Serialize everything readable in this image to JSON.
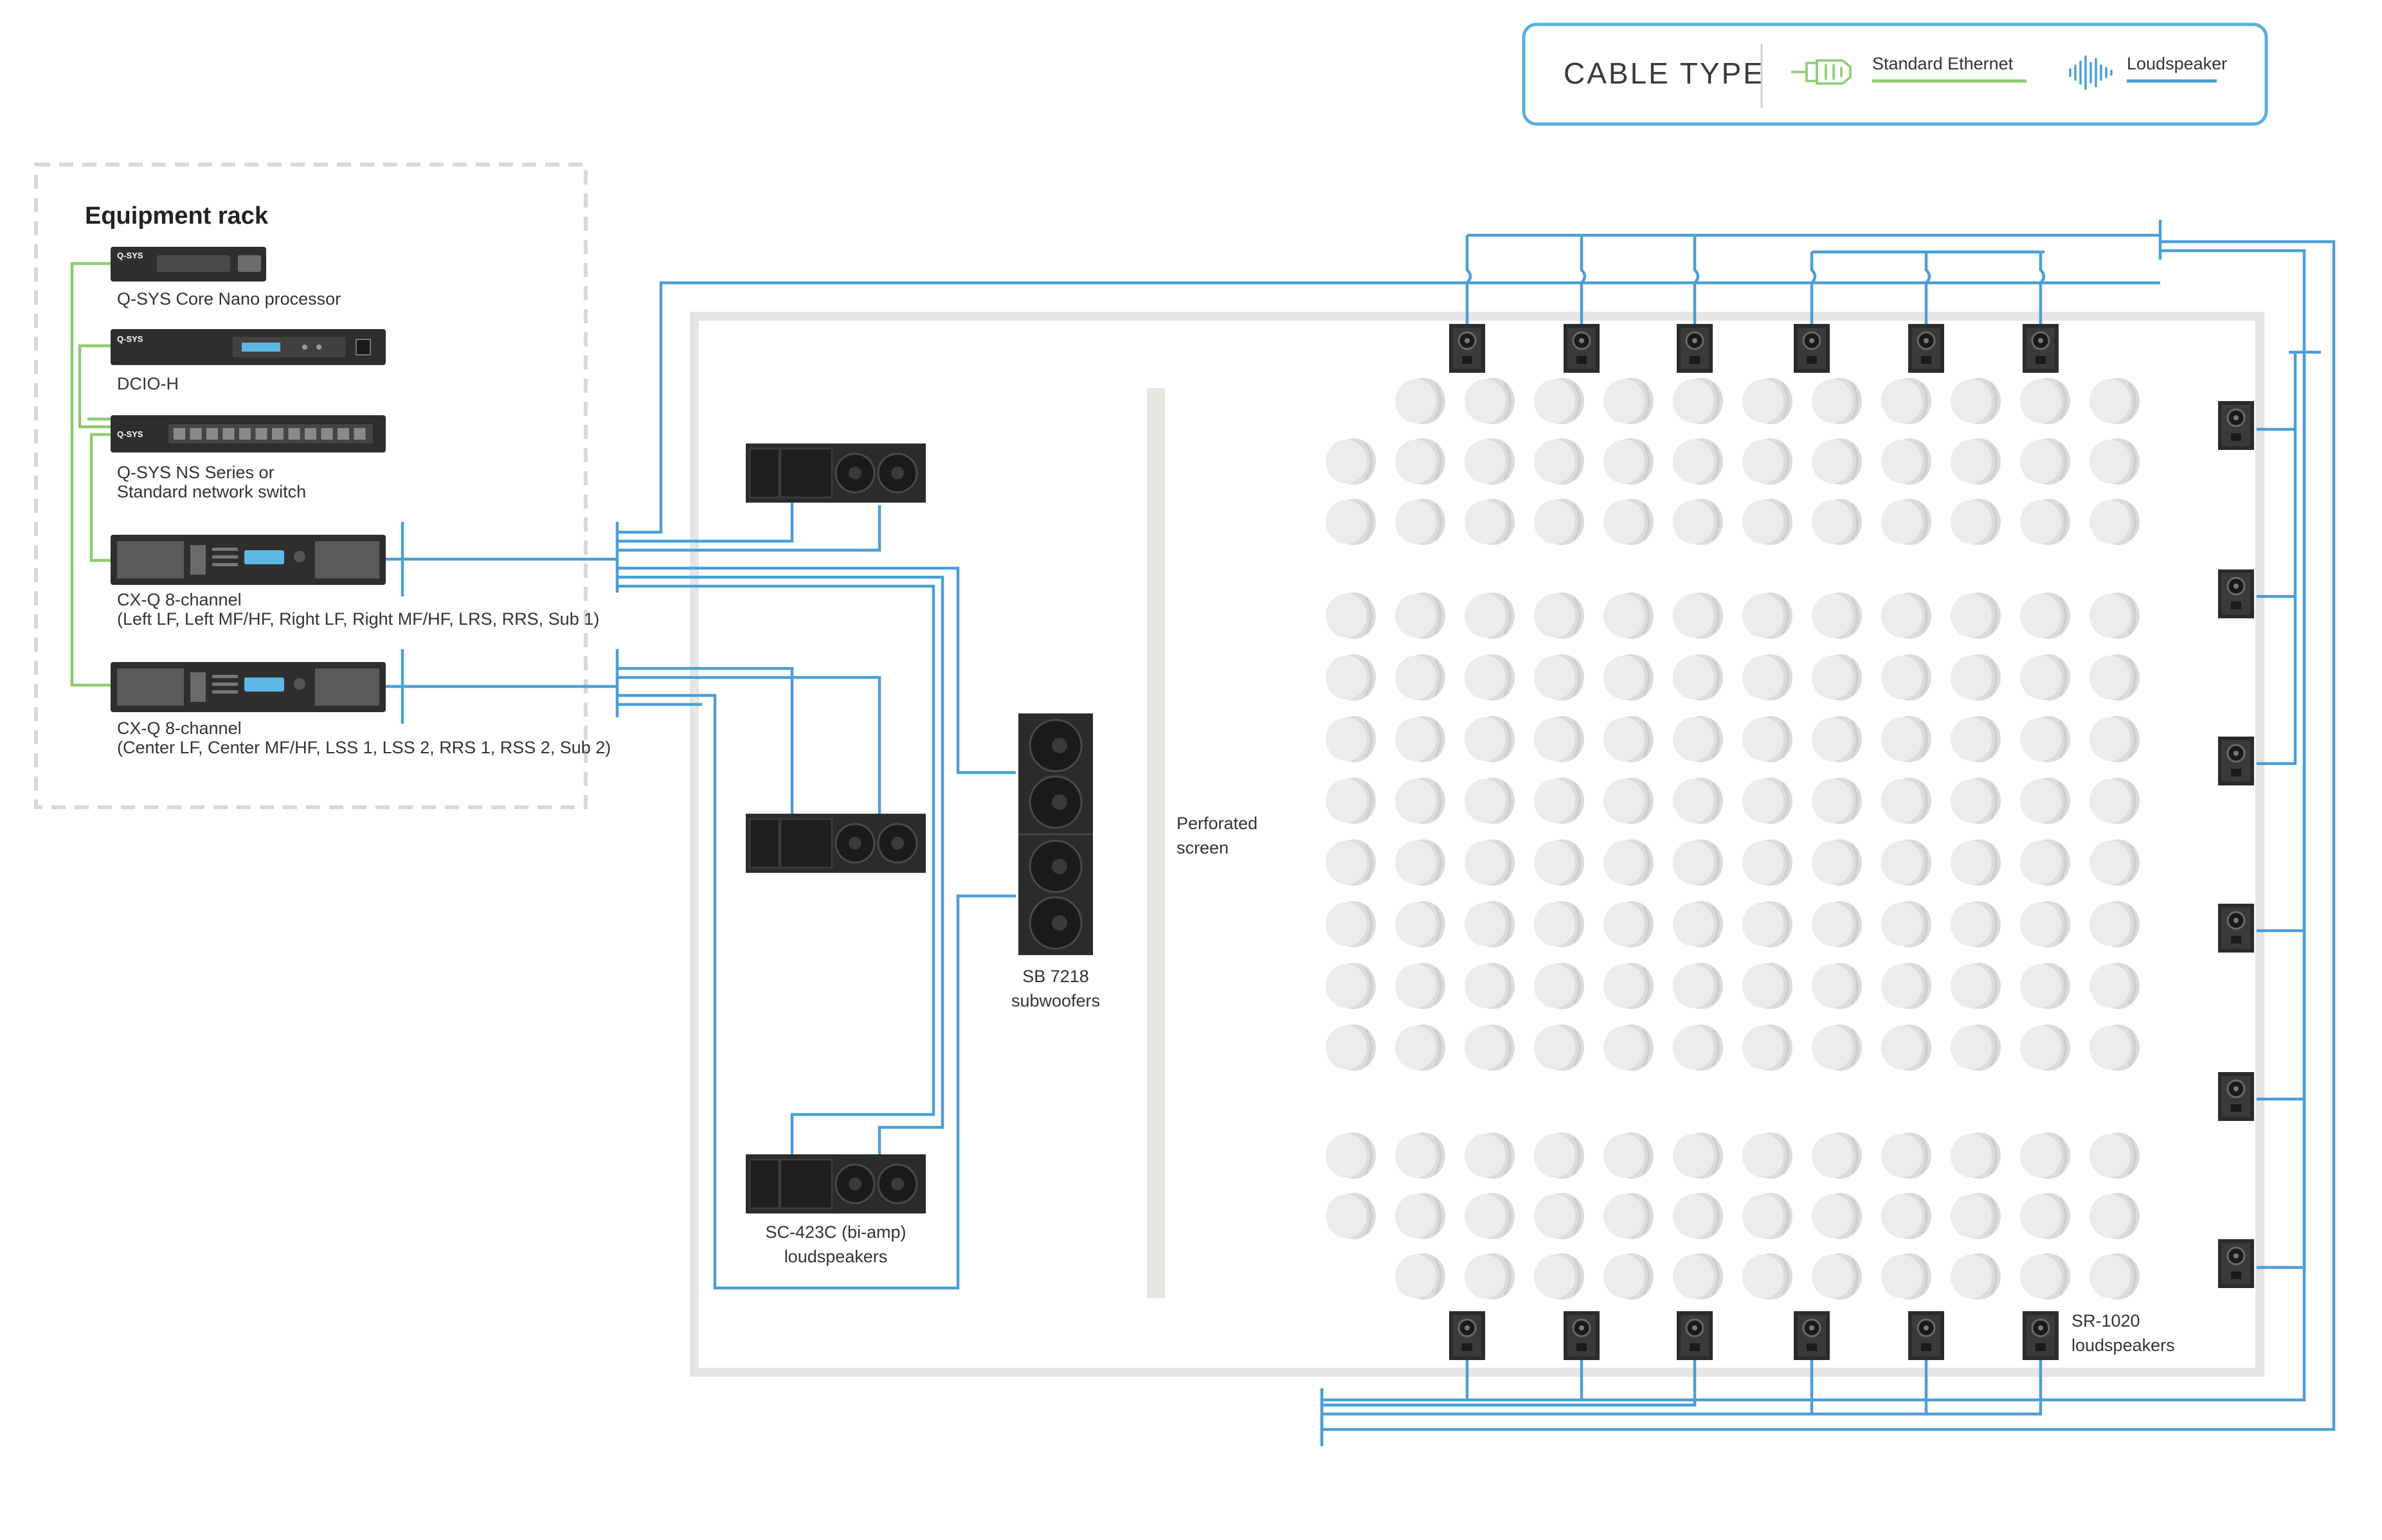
{
  "legend": {
    "title": "CABLE TYPE",
    "ethernet_label": "Standard Ethernet",
    "speaker_label": "Loudspeaker"
  },
  "rack": {
    "title": "Equipment rack",
    "devices": [
      {
        "label": "Q-SYS Core Nano processor",
        "brand": "Q-SYS"
      },
      {
        "label": "DCIO-H",
        "brand": "Q-SYS"
      },
      {
        "label_line1": "Q-SYS NS Series or",
        "label_line2": "Standard network switch",
        "brand": "Q-SYS"
      },
      {
        "label_line1": "CX-Q 8-channel",
        "label_line2": "(Left LF, Left MF/HF, Right LF, Right MF/HF, LRS, RRS, Sub 1)"
      },
      {
        "label_line1": "CX-Q 8-channel",
        "label_line2": "(Center LF, Center MF/HF, LSS 1, LSS 2, RRS 1, RSS 2, Sub 2)"
      }
    ]
  },
  "room": {
    "lcr_label_line1": "SC-423C (bi-amp)",
    "lcr_label_line2": "loudspeakers",
    "sub_label_line1": "SB 7218",
    "sub_label_line2": "subwoofers",
    "screen_label_line1": "Perforated",
    "screen_label_line2": "screen",
    "surround_label_line1": "SR-1020",
    "surround_label_line2": "loudspeakers"
  },
  "colors": {
    "ethernet": "#8ccc6e",
    "loudspeaker": "#4a9fd6",
    "legend_border": "#5aaee0",
    "equipment_dark": "#2e2e2e",
    "seat": "#e4e4e4"
  }
}
